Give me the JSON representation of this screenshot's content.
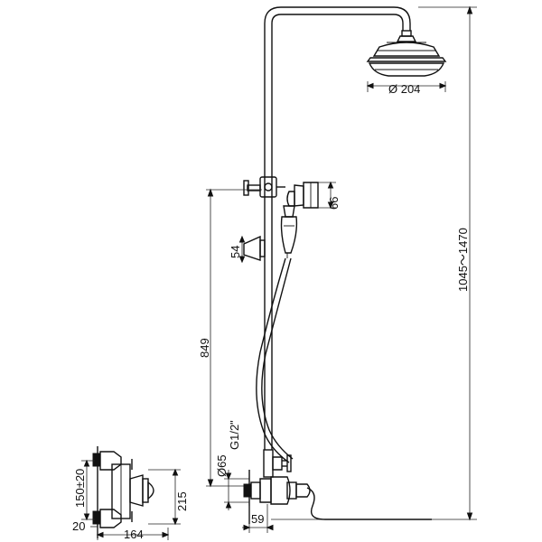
{
  "labels": {
    "head_diameter": "Ø 204",
    "handset_head": "66",
    "handset_grip": "54",
    "rail_height": "849",
    "total_height": "1045～1470",
    "inlet_diameter": "Ø65",
    "thread": "G1/2\"",
    "wall_offset": "59",
    "depth": "215",
    "center_distance": "150±20",
    "wall_gap": "20",
    "mixer_depth": "164"
  }
}
